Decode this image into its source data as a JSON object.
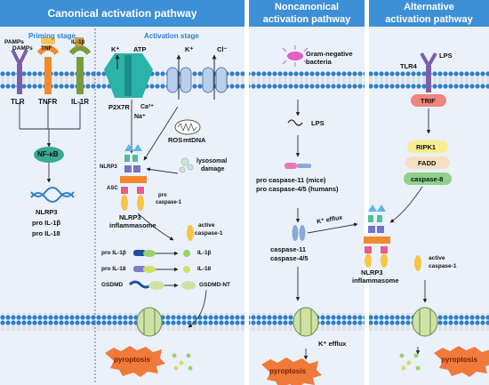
{
  "headers": {
    "canonical": "Canonical activation pathway",
    "noncanonical_line1": "Noncanonical",
    "noncanonical_line2": "activation pathway",
    "alternative_line1": "Alternative",
    "alternative_line2": "activation pathway"
  },
  "canonical": {
    "priming_stage": "Priming stage",
    "activation_stage": "Activation stage",
    "pamps": "PAMPs",
    "damps": "DAMPs",
    "tnf": "TNF",
    "il1b_ligand": "IL-1β",
    "tlr": "TLR",
    "tnfr": "TNFR",
    "il1r": "IL-1R",
    "nfkb": "NF-κB",
    "nlrp3_gene": "NLRP3",
    "pro_il1b_gene": "pro IL-1β",
    "pro_il18_gene": "pro IL-18",
    "k_plus_1": "K⁺",
    "atp": "ATP",
    "k_plus_2": "K⁺",
    "cl_minus": "Cl⁻",
    "p2x7r": "P2X7R",
    "ca2": "Ca²⁺",
    "na": "Na⁺",
    "ros": "ROS",
    "mtdna": "mtDNA",
    "lysosomal_1": "lysosomal",
    "lysosomal_2": "damage",
    "nlrp3_label": "NLRP3",
    "asc_label": "ASC",
    "pro_casp1_1": "pro",
    "pro_casp1_2": "caspase-1",
    "inflammasome_1": "NLRP3",
    "inflammasome_2": "inflammasome",
    "active_casp1_1": "active",
    "active_casp1_2": "caspase-1",
    "pro_il1b": "pro IL-1β",
    "pro_il18": "pro IL-18",
    "gsdmd": "GSDMD",
    "il1b": "IL-1β",
    "il18": "IL-18",
    "gsdmd_nt": "GSDMD-NT",
    "pyroptosis": "pyroptosis"
  },
  "noncanonical": {
    "bacteria_1": "Gram-negative",
    "bacteria_2": "bacteria",
    "lps": "LPS",
    "pro_casp11": "pro caspase-11 (mice)",
    "pro_casp45": "pro caspase-4/5 (humans)",
    "casp11": "caspase-11",
    "casp45": "caspase-4/5",
    "k_efflux_1": "K⁺ efflux",
    "k_efflux_2": "K⁺ efflux",
    "inflammasome_1": "NLRP3",
    "inflammasome_2": "inflammasome",
    "pyroptosis": "pyroptosis"
  },
  "alternative": {
    "lps": "LPS",
    "tlr4": "TLR4",
    "trif": "TRIF",
    "ripk1": "RIPK1",
    "fadd": "FADD",
    "casp8": "caspase-8",
    "active_casp1_1": "active",
    "active_casp1_2": "caspase-1",
    "pyroptosis": "pyroptosis"
  }
}
